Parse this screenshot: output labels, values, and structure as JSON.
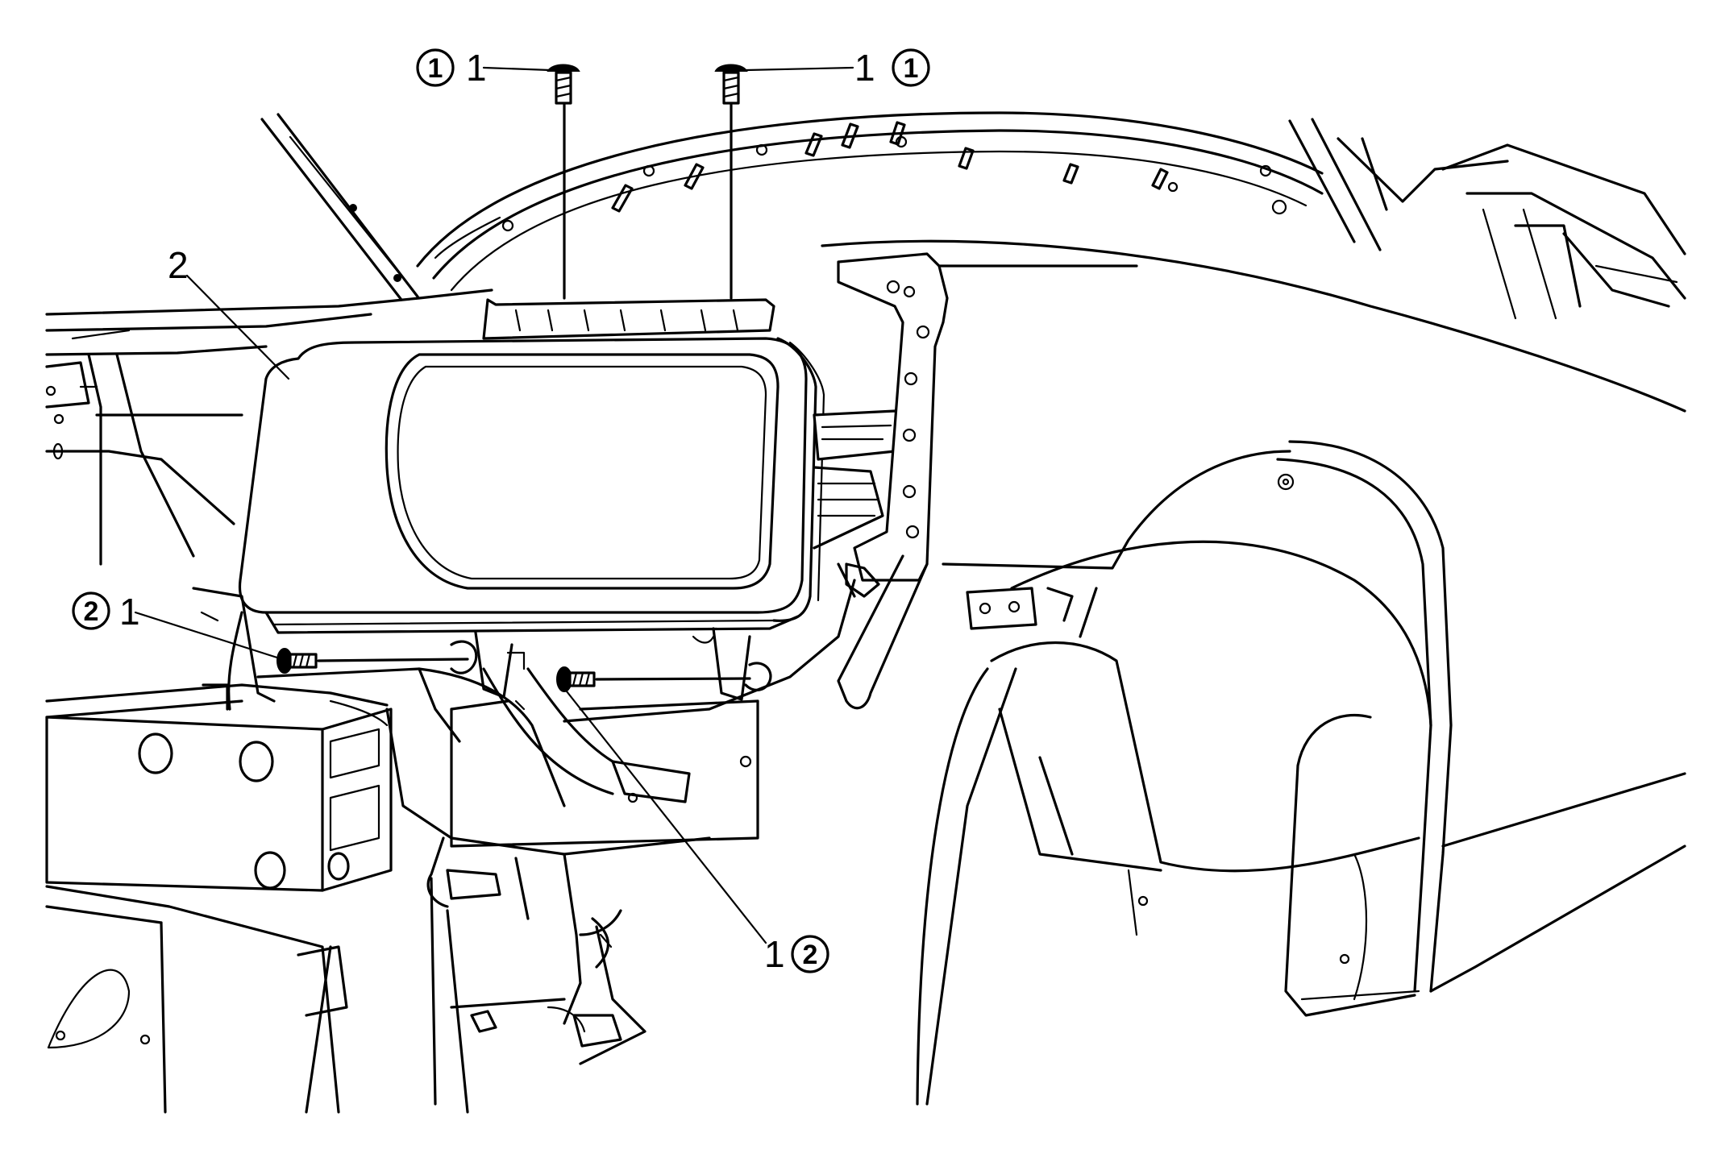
{
  "diagram": {
    "callouts": {
      "top_left": {
        "circled": "1",
        "number": "1"
      },
      "top_right": {
        "circled": "1",
        "number": "1"
      },
      "left_part": {
        "number": "2"
      },
      "lower_left": {
        "circled": "2",
        "number": "1"
      },
      "bottom_mid": {
        "circled": "2",
        "number": "1"
      }
    }
  }
}
